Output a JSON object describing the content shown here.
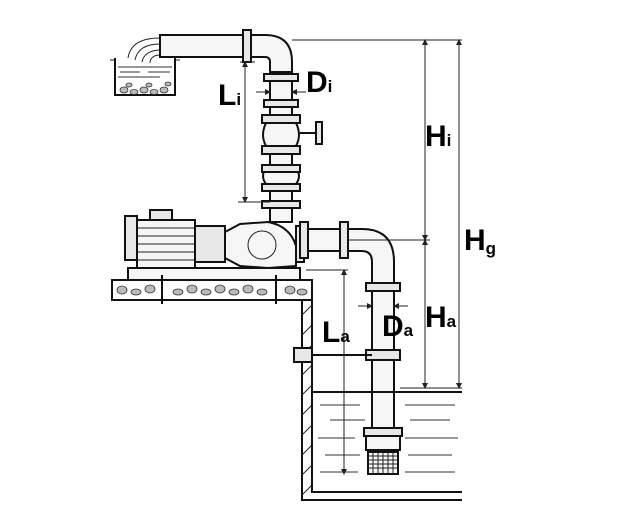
{
  "labels": {
    "Li": {
      "main": "L",
      "sub": "i"
    },
    "Di": {
      "main": "D",
      "sub": "i"
    },
    "Hi": {
      "main": "H",
      "sub": "i"
    },
    "Hg": {
      "main": "H",
      "sub": "g"
    },
    "Ha": {
      "main": "H",
      "sub": "a"
    },
    "La": {
      "main": "L",
      "sub": "a"
    },
    "Da": {
      "main": "D",
      "sub": "a"
    }
  },
  "colors": {
    "line": "#111111",
    "background": "#ffffff",
    "water": "#333333"
  }
}
